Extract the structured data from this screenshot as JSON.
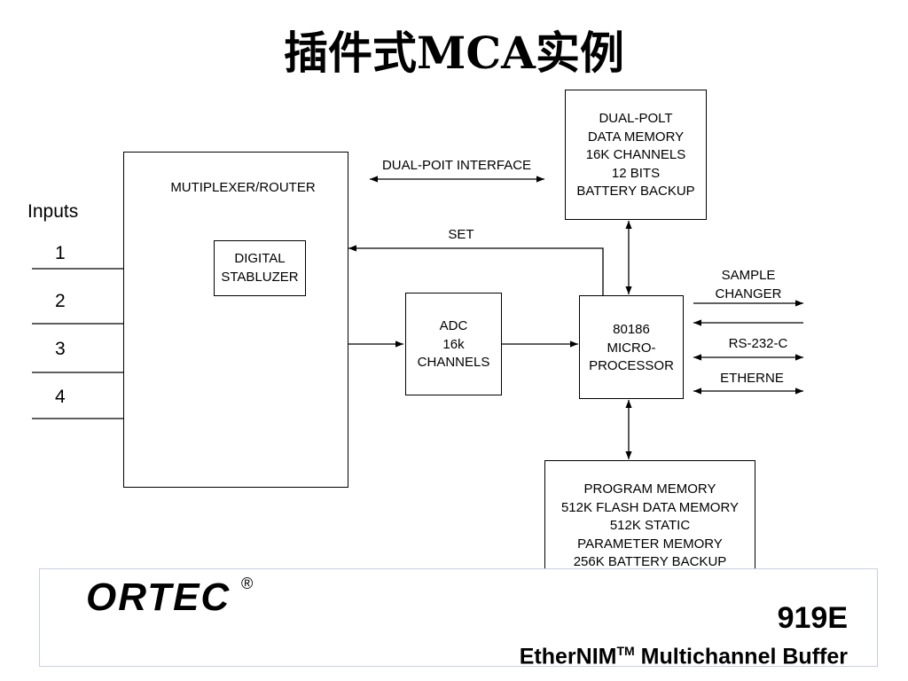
{
  "title": "插件式MCA实例",
  "inputs_label": "Inputs",
  "inputs": [
    "1",
    "2",
    "3",
    "4"
  ],
  "blocks": {
    "multiplexer": "MUTIPLEXER/ROUTER",
    "stabilizer": [
      "DIGITAL",
      "STABLUZER"
    ],
    "adc": [
      "ADC",
      "16k",
      "CHANNELS"
    ],
    "processor": [
      "80186",
      "MICRO-",
      "PROCESSOR"
    ],
    "dual_memory": [
      "DUAL-POLT",
      "DATA MEMORY",
      "16K CHANNELS",
      "12 BITS",
      "BATTERY BACKUP"
    ],
    "program_memory": [
      "PROGRAM MEMORY",
      "512K FLASH DATA MEMORY",
      "512K STATIC",
      "PARAMETER MEMORY",
      "256K BATTERY BACKUP"
    ]
  },
  "signals": {
    "dual_interface": "DUAL-POIT INTERFACE",
    "set": "SET",
    "sample_changer": [
      "SAMPLE",
      "CHANGER"
    ],
    "rs232": "RS-232-C",
    "ethernet": "ETHERNE"
  },
  "footer": {
    "logo": "ORTEC",
    "registered": "®",
    "model": "919E",
    "product_prefix": "EtherNIM",
    "trademark": "TM",
    "product_suffix": " Multichannel Buffer"
  }
}
